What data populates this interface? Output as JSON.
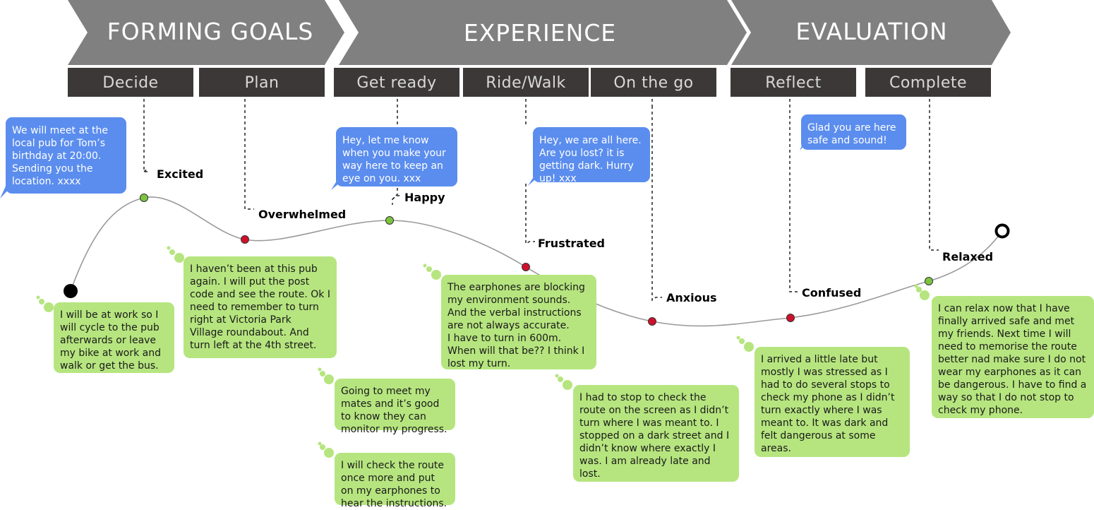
{
  "phases": [
    {
      "label": "FORMING GOALS"
    },
    {
      "label": "EXPERIENCE"
    },
    {
      "label": "EVALUATION"
    }
  ],
  "stages": [
    {
      "label": "Decide"
    },
    {
      "label": "Plan"
    },
    {
      "label": "Get ready"
    },
    {
      "label": "Ride/Walk"
    },
    {
      "label": "On the go"
    },
    {
      "label": "Reflect"
    },
    {
      "label": "Complete"
    }
  ],
  "emotions": [
    {
      "label": "Excited",
      "sentiment": "positive"
    },
    {
      "label": "Overwhelmed",
      "sentiment": "negative"
    },
    {
      "label": "Happy",
      "sentiment": "positive"
    },
    {
      "label": "Frustrated",
      "sentiment": "negative"
    },
    {
      "label": "Anxious",
      "sentiment": "negative"
    },
    {
      "label": "Confused",
      "sentiment": "negative"
    },
    {
      "label": "Relaxed",
      "sentiment": "positive"
    }
  ],
  "messages": [
    {
      "text": "We will meet at the local pub for Tom’s birthday at 20:00. Sending you the\n location. xxxx"
    },
    {
      "text": "Hey, let me know when you make your way here to keep an eye on you. xxx"
    },
    {
      "text": "Hey, we are all here. Are you lost? it is getting dark. Hurry up! xxx"
    },
    {
      "text": "Glad you are here safe and sound!"
    }
  ],
  "thoughts": [
    {
      "text": "I will be at work so I will cycle to the pub afterwards or leave my bike at work and walk or get the bus."
    },
    {
      "text": "I haven’t been at this pub again. I will put the post code and see the route. Ok I need to remember to turn right at Victoria Park\n Village roundabout. And turn left at the 4th street."
    },
    {
      "text": "Going to meet my mates and it’s good to know they can monitor my progress."
    },
    {
      "text": "I will check the route once more and put on my earphones to hear the instructions."
    },
    {
      "text": "The earphones are blocking my environment sounds. And the verbal instructions are not always accurate.\nI have to turn in 600m. When will that be?? I think I lost my turn."
    },
    {
      "text": "I had to stop to check the route on the screen as I didn’t turn where I was meant to. I stopped on a dark street and I didn’t know where exactly I was. I am already late and lost."
    },
    {
      "text": "I arrived a little late but mostly I was stressed as I had to do several stops to check my phone as I didn’t turn exactly where I was meant to. It was dark and felt dangerous at some areas."
    },
    {
      "text": "I can relax now that I have finally arrived safe and met my friends. Next time I will need to memorise the route better nad make sure I do not wear my earphones as it can be dangerous. I have to find a way so that I do not stop to check my phone."
    }
  ],
  "colors": {
    "phase_fill": "#808080",
    "stage_fill": "#3d3838",
    "message_fill": "#5b8dee",
    "thought_fill": "#b6e57f",
    "positive_point": "#7cc43f",
    "negative_point": "#d0102b",
    "curve": "#9a9a9a"
  }
}
